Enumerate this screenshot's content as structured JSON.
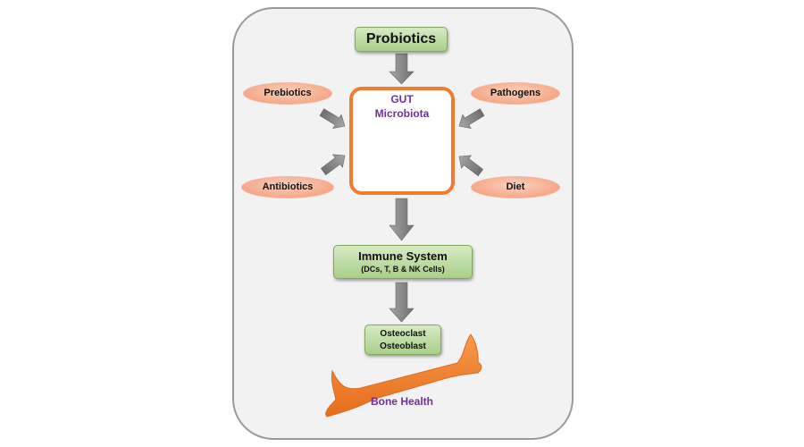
{
  "nodes": {
    "probiotics": "Probiotics",
    "gut_line1": "GUT",
    "gut_line2": "Microbiota",
    "prebiotics": "Prebiotics",
    "pathogens": "Pathogens",
    "antibiotics": "Antibiotics",
    "diet": "Diet",
    "immune_title": "Immune System",
    "immune_sub": "(DCs, T, B & NK Cells)",
    "osteoclast": "Osteoclast",
    "osteoblast": "Osteoblast",
    "bone_health": "Bone Health"
  },
  "colors": {
    "panel_border": "#9a9a9a",
    "green_box": "#b5d69a",
    "ellipse_fill": "#f6a889",
    "gut_border": "#ef7d2f",
    "label_purple": "#7030a0",
    "arrow_gray": "#8c8c8c",
    "bone_orange": "#f07a28"
  },
  "icons": [
    "intestine-illustration",
    "bone-shape"
  ]
}
